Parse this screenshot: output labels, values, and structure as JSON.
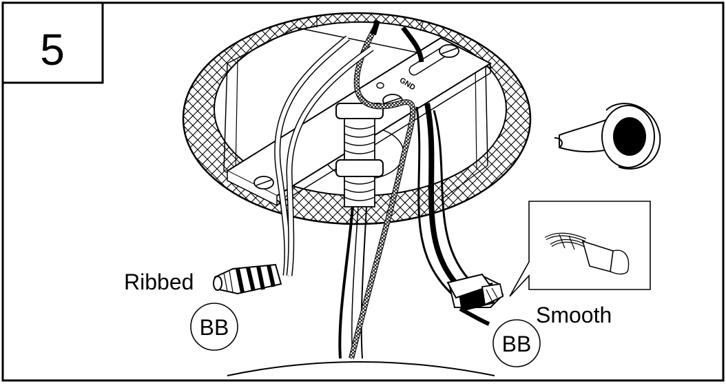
{
  "step": {
    "number": "5"
  },
  "labels": {
    "ribbed": "Ribbed",
    "smooth": "Smooth",
    "gnd": "GND",
    "part_left": "BB",
    "part_right": "BB"
  },
  "icons": {
    "tape": "electrical-tape-icon",
    "twist": "wire-twist-inset-icon"
  }
}
